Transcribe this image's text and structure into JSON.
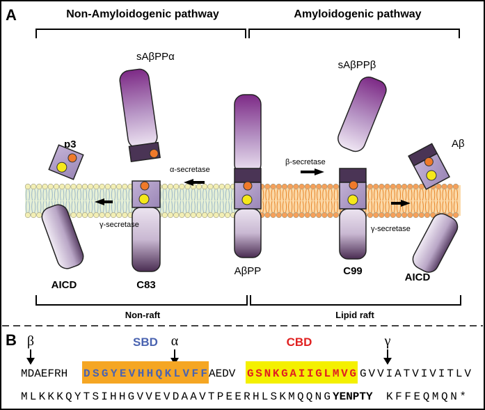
{
  "panel_a": {
    "label": "A",
    "non_amyloid_title": "Non-Amyloidogenic pathway",
    "amyloid_title": "Amyloidogenic pathway",
    "s_app_alpha": "sAβPPα",
    "s_app_beta": "sAβPPβ",
    "p3": "p3",
    "abeta": "Aβ",
    "alpha_secretase": "α-secretase",
    "beta_secretase": "β-secretase",
    "gamma_secretase": "γ-secretase",
    "aicd": "AICD",
    "c83": "C83",
    "abpp": "AβPP",
    "c99": "C99",
    "non_raft": "Non-raft",
    "lipid_raft": "Lipid raft"
  },
  "panel_b": {
    "label": "B",
    "arrow_beta": "β",
    "arrow_alpha": "α",
    "arrow_gamma": "γ",
    "sbd": "SBD",
    "cbd": "CBD",
    "seq1_start": "MDAEFRH",
    "seq1_sbd": "DSGYEVHHQKLVFF",
    "seq1_mid": "AEDV",
    "seq1_cbd": "GSNKGAIIGLMVG",
    "seq1_end": "GVVIATVIVITLV",
    "seq2_a": "MLKKKQYTSIHHGVVEVDAAVTPEERHLSKMQQNG",
    "seq2_motif": "YENPTY",
    "seq2_b": "KFFEQMQN*"
  },
  "colors": {
    "sbd_highlight": "#f5a623",
    "sbd_text": "#4a63b0",
    "cbd_highlight": "#f4f000",
    "cbd_text": "#e02020",
    "raft_band": "#fbd9a8",
    "nonraft_band": "#e6f0d6",
    "protein_purple": "#8a3d8f"
  },
  "icons": [
    "arrow-left-icon",
    "arrow-right-icon",
    "arrow-down-icon",
    "lipid-bilayer-icon",
    "membrane-protein-icon"
  ]
}
